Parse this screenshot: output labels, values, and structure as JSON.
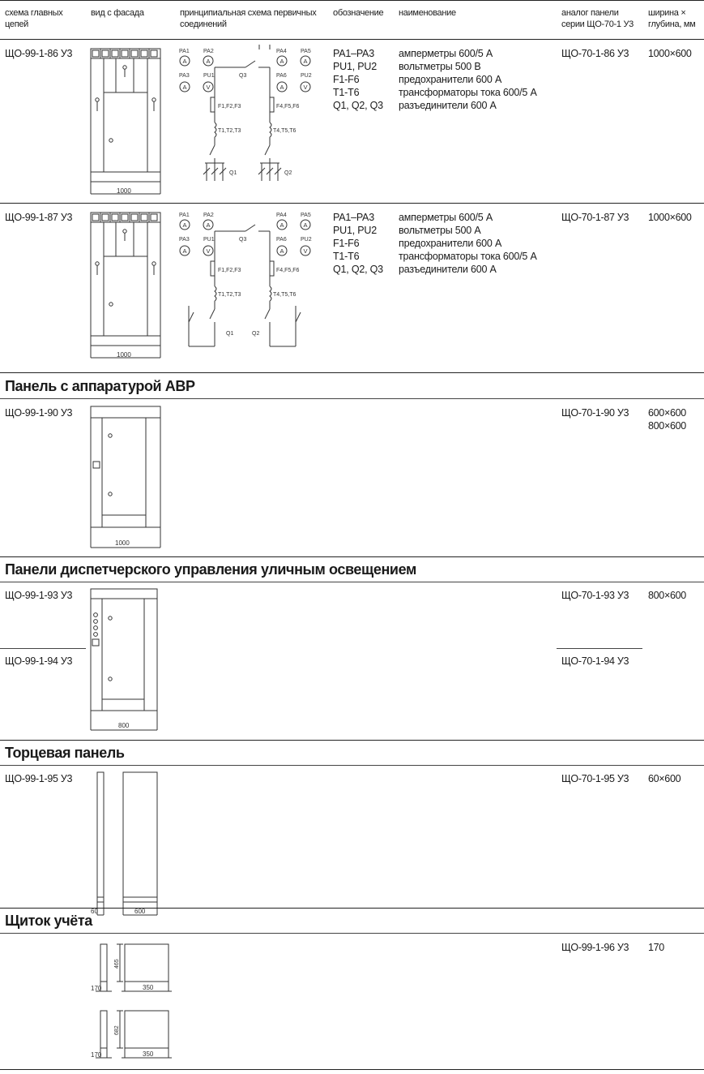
{
  "header": {
    "col1": [
      "схема главных",
      "цепей"
    ],
    "col2": "вид с фасада",
    "col3": [
      "принципиальная схема первичных",
      "соединений"
    ],
    "col4": "обозначение",
    "col5": "наименование",
    "col6": [
      "аналог панели",
      "серии ЩО-70-1 У3"
    ],
    "col7": [
      "ширина ×",
      "глубина, мм"
    ]
  },
  "rows": {
    "r86": {
      "code": "ЩО-99-1-86 У3",
      "designations": [
        "PA1–PA3",
        "PU1, PU2",
        "F1-F6",
        "T1-T6",
        "Q1, Q2, Q3"
      ],
      "names": [
        "амперметры 600/5 А",
        "вольтметры 500 В",
        "предохранители 600 А",
        "трансформаторы тока 600/5 А",
        "разъединители 600 А"
      ],
      "analog": "ЩО-70-1-86 У3",
      "size": "1000×600",
      "dim": "1000"
    },
    "r87": {
      "code": "ЩО-99-1-87 У3",
      "designations": [
        "PA1–PA3",
        "PU1, PU2",
        "F1-F6",
        "T1-T6",
        "Q1, Q2, Q3"
      ],
      "names": [
        "амперметры 600/5 А",
        "вольтметры 500 А",
        "предохранители 600 А",
        "трансформаторы тока 600/5 А",
        "разъединители 600 А"
      ],
      "analog": "ЩО-70-1-87 У3",
      "size": "1000×600",
      "dim": "1000"
    },
    "r90": {
      "code": "ЩО-99-1-90 У3",
      "analog": "ЩО-70-1-90 У3",
      "size1": "600×600",
      "size2": "800×600",
      "dim": "1000"
    },
    "r93": {
      "code": "ЩО-99-1-93 У3",
      "code2": "ЩО-99-1-94 У3",
      "analog": "ЩО-70-1-93 У3",
      "analog2": "ЩО-70-1-94 У3",
      "size": "800×600",
      "dim": "800"
    },
    "r95": {
      "code": "ЩО-99-1-95 У3",
      "analog": "ЩО-70-1-95 У3",
      "size": "60×600",
      "dim_side": "60",
      "dim_front": "600"
    },
    "r96": {
      "analog": "ЩО-99-1-96 У3",
      "size": "170",
      "dim_w": "170",
      "dim_f": "350",
      "dim_h1": "465",
      "dim_h2": "682"
    }
  },
  "sections": {
    "avr": "Панель с аппаратурой АВР",
    "dispatch": "Панели диспетчерского управления уличным освещением",
    "end": "Торцевая панель",
    "meter": "Щиток учёта"
  },
  "schema": {
    "PA1": "PA1",
    "PA2": "PA2",
    "PA3": "PA3",
    "PA4": "PA4",
    "PA5": "PA5",
    "PA6": "PA6",
    "PU1": "PU1",
    "PU2": "PU2",
    "A": "A",
    "V": "V",
    "Q1": "Q1",
    "Q2": "Q2",
    "Q3": "Q3",
    "F123": "F1,F2,F3",
    "F456": "F4,F5,F6",
    "T123": "T1,T2,T3",
    "T456": "T4,T5,T6"
  }
}
